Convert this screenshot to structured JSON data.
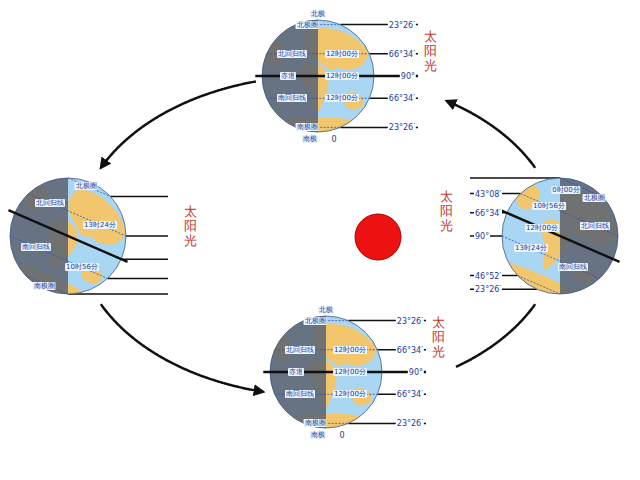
{
  "diagram": {
    "nodes": [
      {
        "text": [
          "北极",
          "北极圈",
          "北回归线",
          "12时00分",
          "赤道",
          "12时00分",
          "南回归线",
          "12时00分",
          "南极圈",
          "南极"
        ]
      },
      {
        "text": [
          "北极圈",
          "北回归线",
          "13时24分",
          "南回归线",
          "10时56分",
          "南极圈"
        ]
      },
      {
        "text": [
          "0时00分",
          "北极圈",
          "10时56分",
          "北回归线",
          "12时00分",
          "13时24分",
          "南回归线"
        ]
      },
      {
        "text": [
          "北极",
          "北极圈",
          "北回归线",
          "12时00分",
          "赤道",
          "12时00分",
          "南回归线",
          "12时00分",
          "南极圈",
          "南极"
        ]
      }
    ],
    "edges": [
      {
        "from": 2,
        "to": 0,
        "arrow": "to"
      },
      {
        "from": 0,
        "to": 1,
        "arrow": "to"
      },
      {
        "from": 1,
        "to": 3,
        "arrow": "to"
      },
      {
        "from": 3,
        "to": 2,
        "arrow": "none"
      }
    ],
    "labels": [
      "23°26′",
      "66°34′",
      "90°",
      "66°34′",
      "23°26′",
      "0",
      "太阳光",
      "太阳光",
      "太阳光",
      "43°08′",
      "66°34′",
      "90°",
      "46°52′",
      "23°26′",
      "23°26′",
      "66°34′",
      "90°",
      "66°34′",
      "23°26′",
      "0",
      "太阳光"
    ]
  }
}
